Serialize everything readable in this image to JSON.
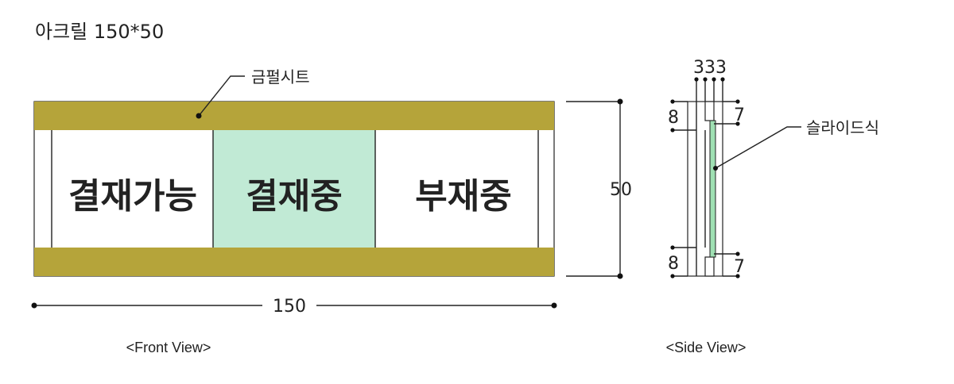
{
  "title": "아크릴 150*50",
  "front_view": {
    "caption": "<Front View>",
    "sheet_label": "금펄시트",
    "panels": [
      "결재가능",
      "결재중",
      "부재중"
    ],
    "width_dim": "150",
    "height_dim": "50"
  },
  "side_view": {
    "caption": "<Side View>",
    "top_dims": "333",
    "slide_label": "슬라이드식",
    "left_top_dim": "8",
    "right_top_dim": "7",
    "left_bottom_dim": "8",
    "right_bottom_dim": "7"
  },
  "colors": {
    "gold_sheet": "#b5a43a",
    "active_panel": "#c1ead5",
    "acrylic_green": "#9fe0b3"
  }
}
